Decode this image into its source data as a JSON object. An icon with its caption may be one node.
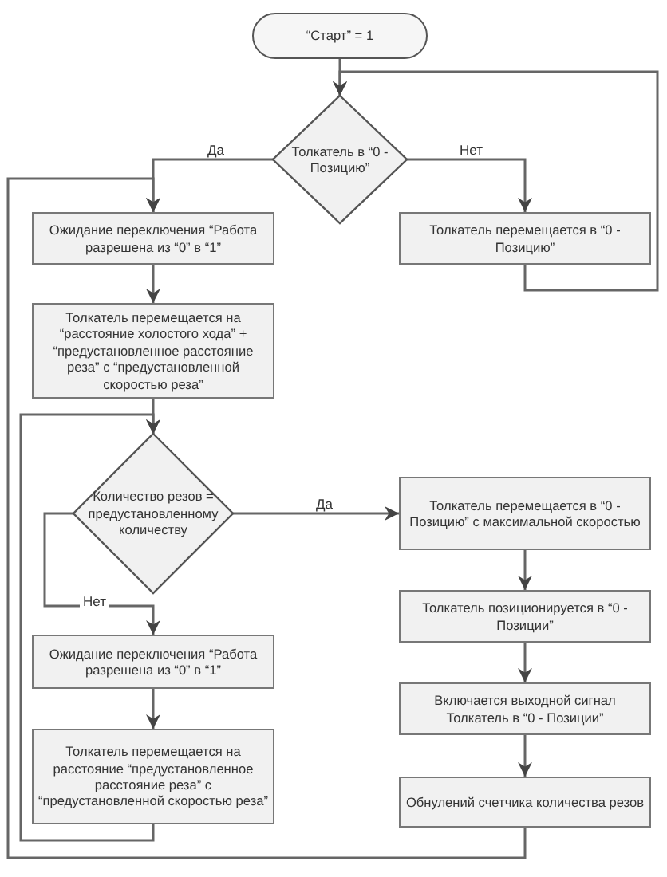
{
  "diagram": {
    "nodes": [
      {
        "text": [
          "“Старт” = 1"
        ]
      },
      {
        "text": [
          "Толкатель в “0 - Позицию”"
        ]
      },
      {
        "text": [
          "Ожидание переключения “Работа разрешена из “0” в “1”"
        ]
      },
      {
        "text": [
          "Толкатель перемещается в “0 - Позицию”"
        ]
      },
      {
        "text": [
          "Толкатель перемещается на “расстояние холостого хода” + “предустановленное расстояние реза” с “предустановленной скоростью реза”"
        ]
      },
      {
        "text": [
          "Количество резов = предустановленному количеству"
        ]
      },
      {
        "text": [
          "Ожидание переключения “Работа разрешена из “0” в “1”"
        ]
      },
      {
        "text": [
          "Толкатель перемещается на расстояние “предустановленное расстояние реза” с “предустановленной скоростью реза”"
        ]
      },
      {
        "text": [
          "Толкатель перемещается в “0 - Позицию” с максимальной скоростью"
        ]
      },
      {
        "text": [
          "Толкатель позиционируется в “0 - Позиции”"
        ]
      },
      {
        "text": [
          "Включается выходной сигнал Толкатель в “0 - Позиции”"
        ]
      },
      {
        "text": [
          "Обнулений счетчика количества резов"
        ]
      }
    ],
    "edges": [
      {
        "from": 0,
        "to": 1,
        "arrow": "to"
      },
      {
        "from": 1,
        "to": 2,
        "arrow": "to",
        "label": "Да"
      },
      {
        "from": 1,
        "to": 3,
        "arrow": "to",
        "label": "Нет"
      },
      {
        "from": 3,
        "to": 1,
        "arrow": "to"
      },
      {
        "from": 2,
        "to": 4,
        "arrow": "to"
      },
      {
        "from": 4,
        "to": 5,
        "arrow": "to"
      },
      {
        "from": 5,
        "to": 8,
        "arrow": "to",
        "label": "Да"
      },
      {
        "from": 5,
        "to": 6,
        "arrow": "to",
        "label": "Нет"
      },
      {
        "from": 6,
        "to": 7,
        "arrow": "to"
      },
      {
        "from": 7,
        "to": 5,
        "arrow": "to"
      },
      {
        "from": 8,
        "to": 9,
        "arrow": "to"
      },
      {
        "from": 9,
        "to": 10,
        "arrow": "to"
      },
      {
        "from": 10,
        "to": 11,
        "arrow": "to"
      },
      {
        "from": 11,
        "to": 2,
        "arrow": "to"
      }
    ]
  }
}
